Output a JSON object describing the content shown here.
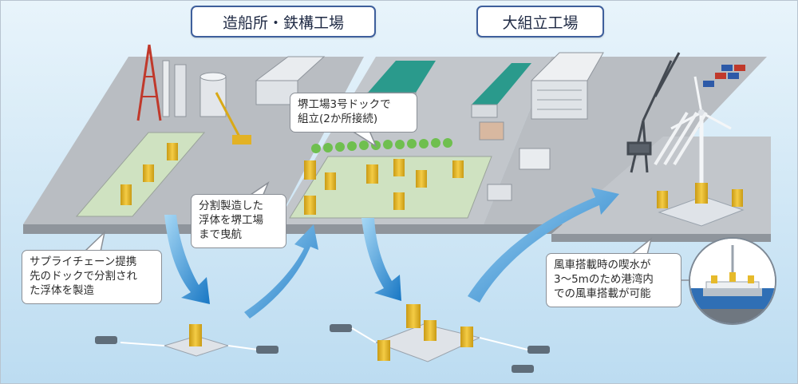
{
  "titles": {
    "shipyard": "造船所・鉄構工場",
    "assembly": "大組立工場"
  },
  "notes": {
    "dock": "堺工場3号ドックで\n組立(2か所接続)",
    "tow": "分割製造した\n浮体を堺工場\nまで曳航",
    "supply": "サプライチェーン提携\n先のドックで分割され\nた浮体を製造",
    "windmill": "風車搭載時の喫水が\n3～5mのため港湾内\nでの風車搭載が可能"
  },
  "colors": {
    "sea": "#cfe6f6",
    "quay": "#b9bdc2",
    "dock_floor": "#cfe2c1",
    "arrow": "#2a8fd4",
    "float_deck": "#dfe3e8",
    "column": "#e6ba2b",
    "frame": "#3e5f9c"
  }
}
